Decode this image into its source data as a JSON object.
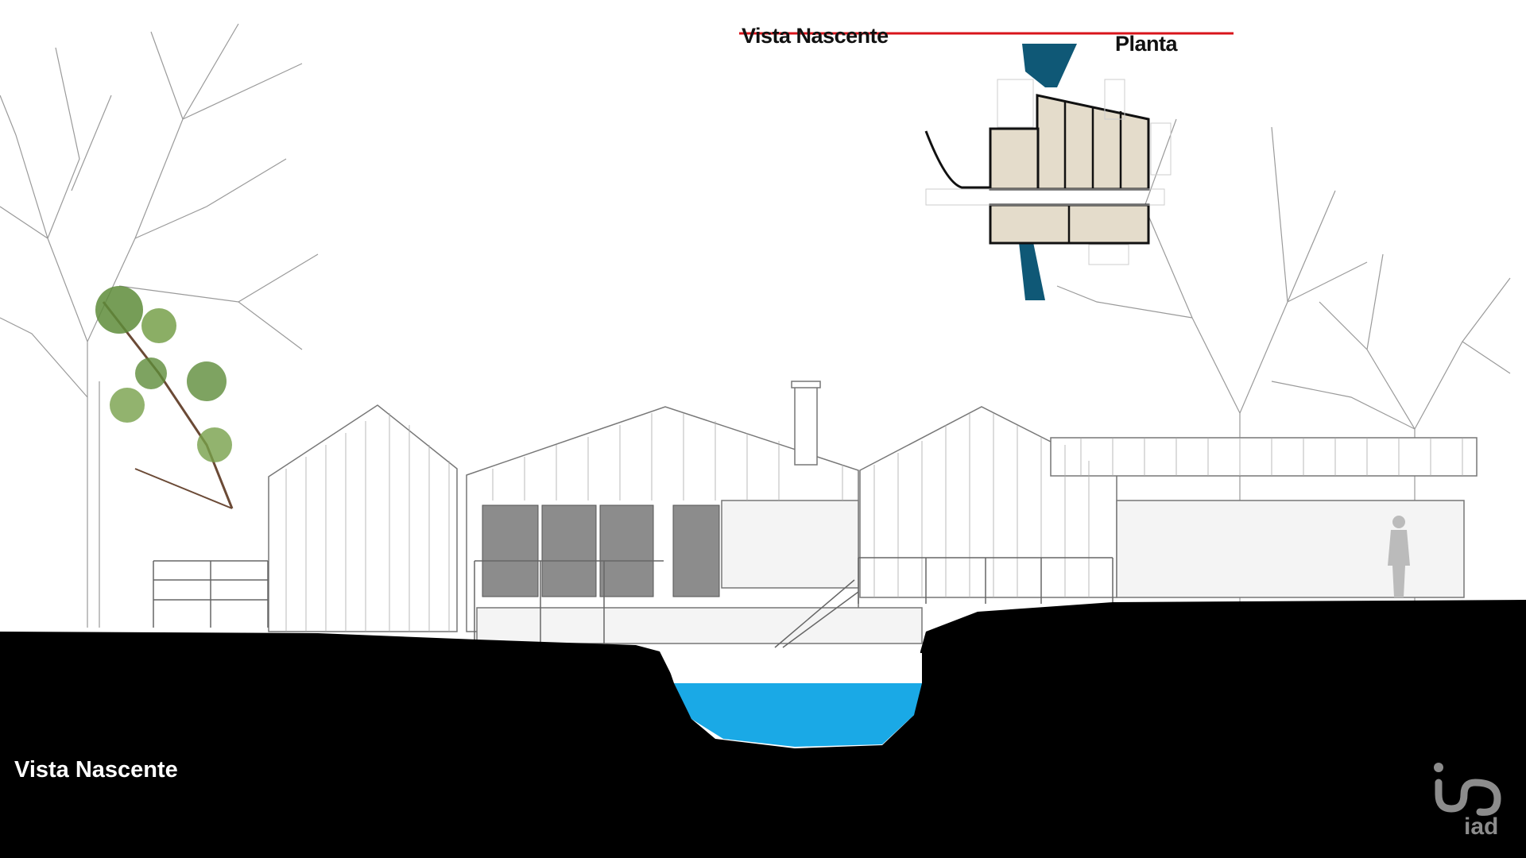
{
  "title_top": "Vista Nascente",
  "plan_title": "Planta",
  "title_bottom": "Vista Nascente",
  "logo": {
    "text": "iad"
  },
  "colors": {
    "marker_line": "#d9141b",
    "ground": "#000000",
    "water": "#1aa9e6",
    "plan_water": "#0f5876",
    "plan_rooms": "#e4dccb",
    "glazing": "#8c8c8c"
  }
}
